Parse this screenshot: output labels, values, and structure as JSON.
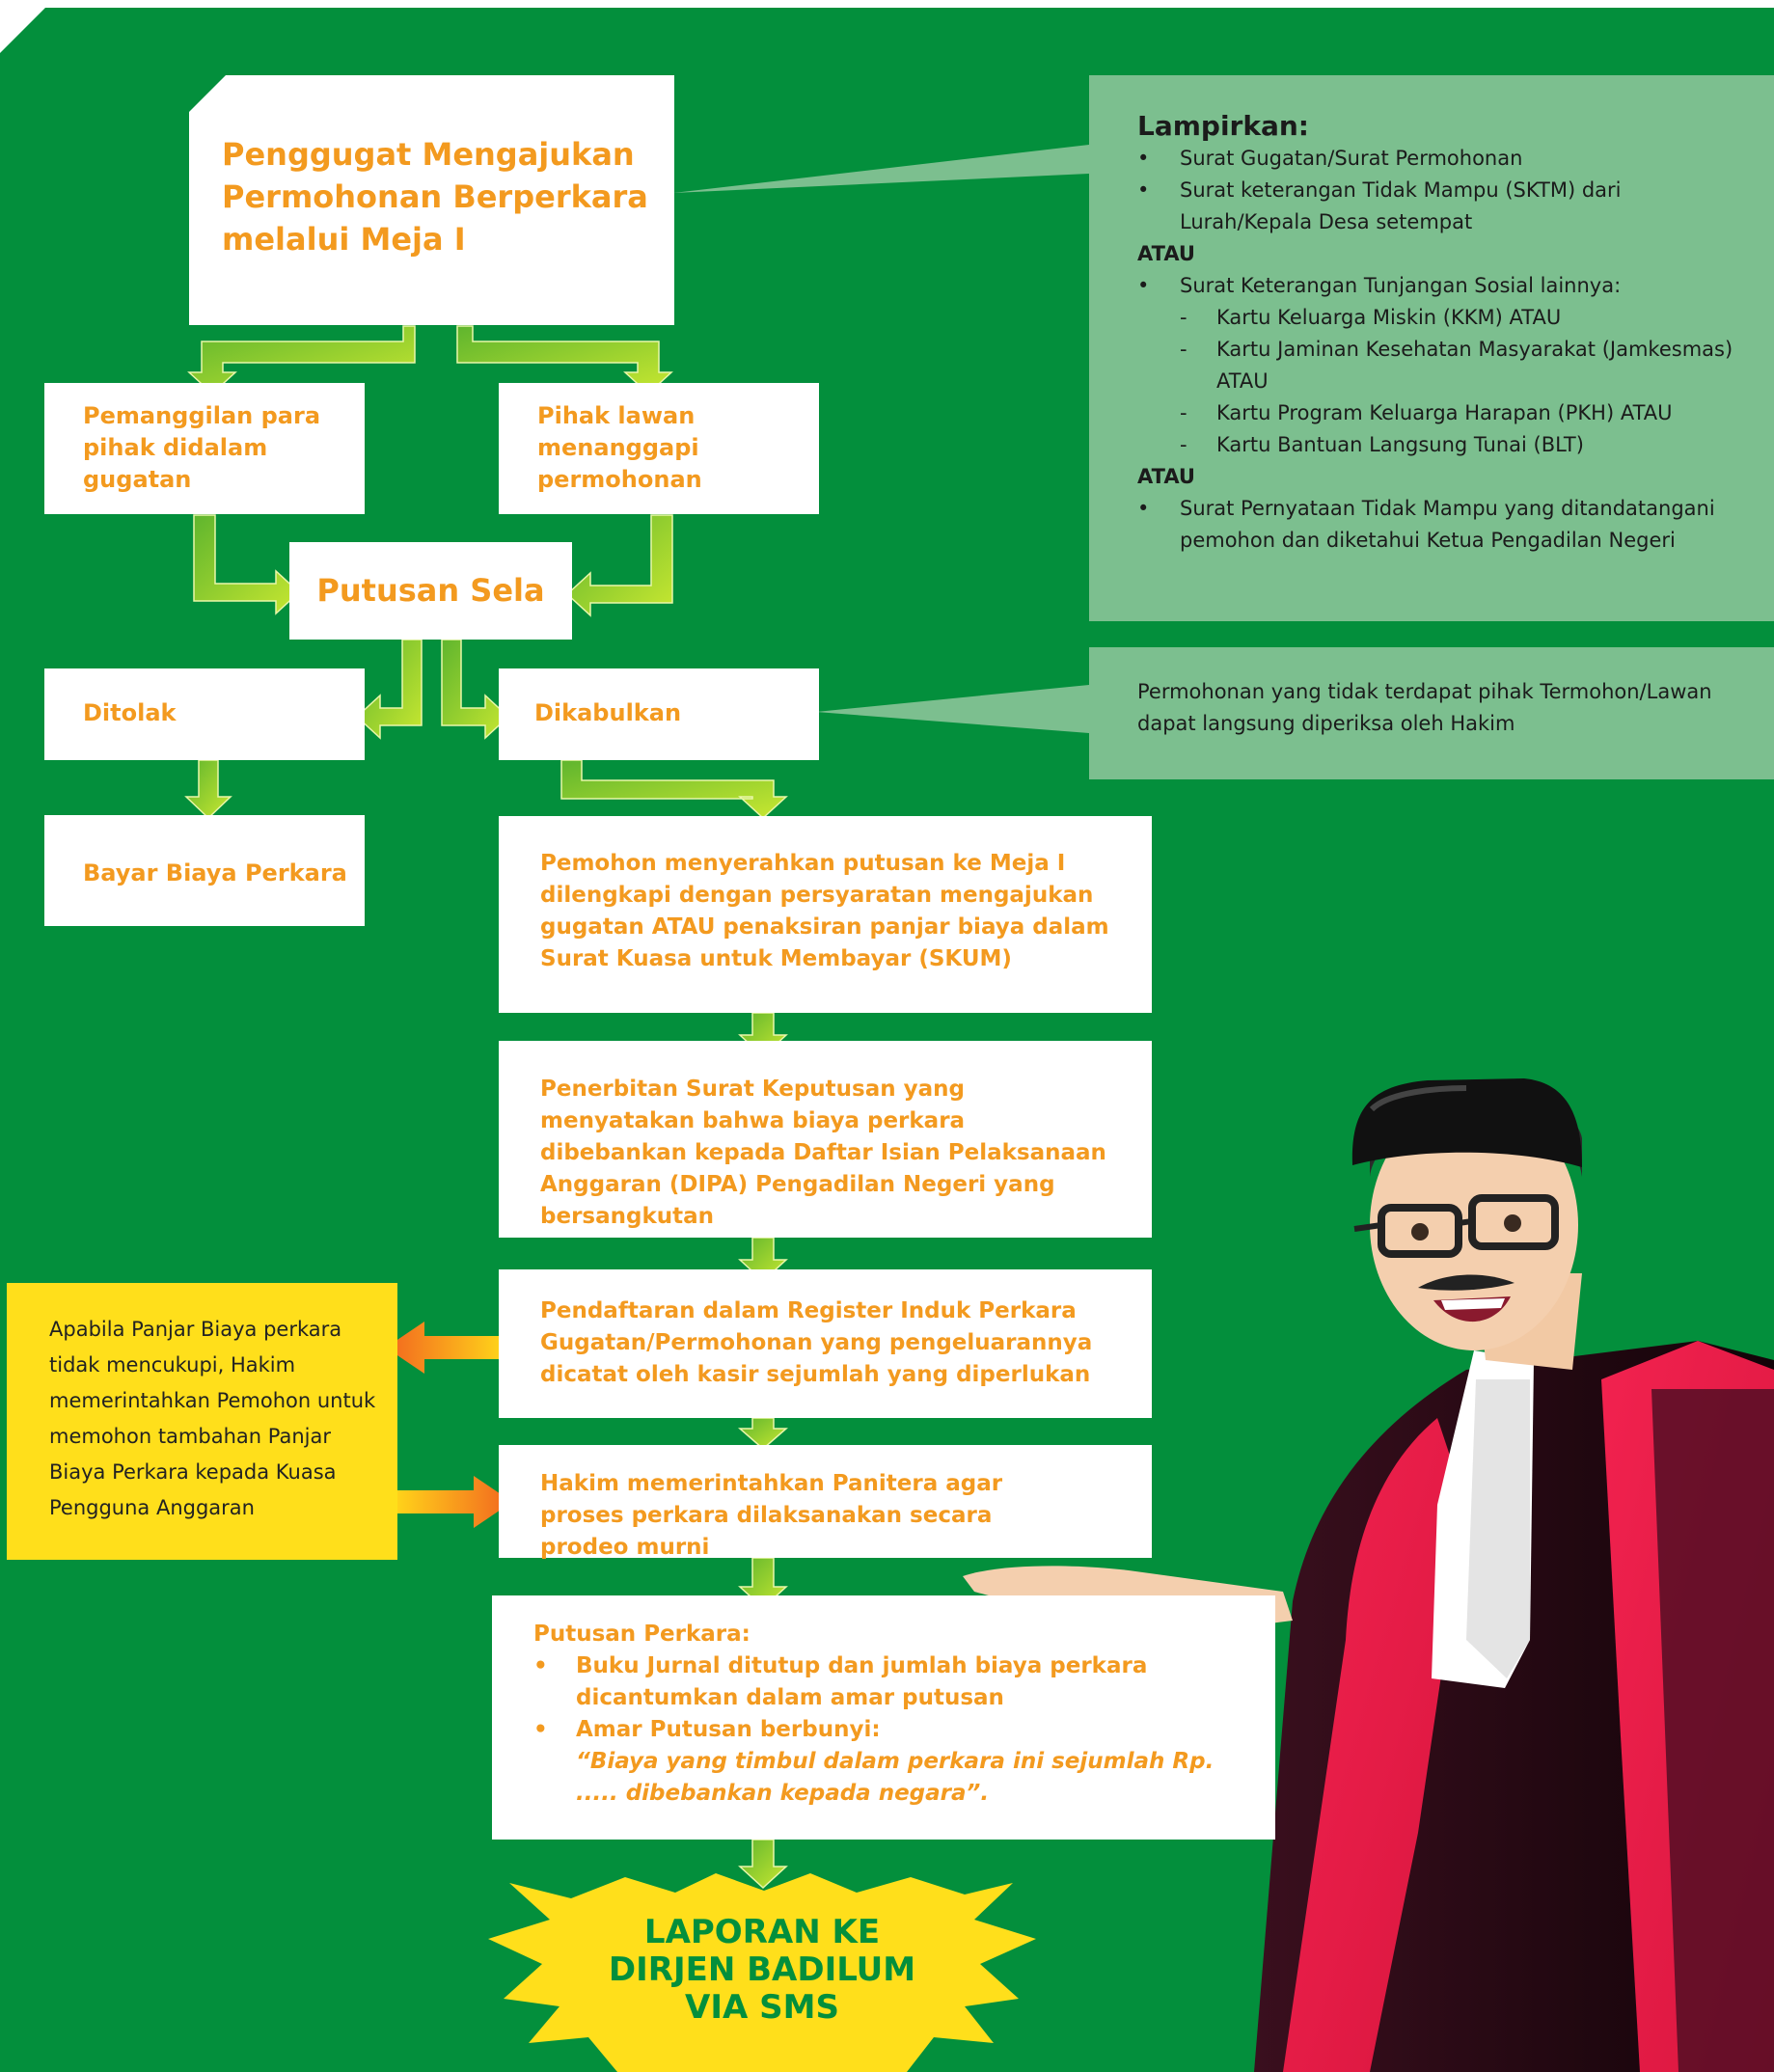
{
  "colors": {
    "background": "#038f3c",
    "box": "#ffffff",
    "box_text": "#f39a1f",
    "note_bg": "#7cbf8f",
    "note_text": "#1b1b1b",
    "yellow": "#ffdf1b",
    "arrow_green": "#9ad42a",
    "arrow_orange": "#f47b20"
  },
  "start": {
    "text": "Penggugat Mengajukan Permohonan Berperkara melalui Meja I"
  },
  "pemanggilan": {
    "text": "Pemanggilan para pihak didalam gugatan"
  },
  "pihak_lawan": {
    "text": "Pihak lawan menanggapi permohonan"
  },
  "putusan_sela": {
    "text": "Putusan Sela"
  },
  "ditolak": {
    "text": "Ditolak"
  },
  "dikabulkan": {
    "text": "Dikabulkan"
  },
  "bayar": {
    "text": "Bayar Biaya Perkara"
  },
  "step1": {
    "text": "Pemohon menyerahkan putusan ke Meja I dilengkapi dengan persyaratan mengajukan gugatan ATAU penaksiran panjar biaya dalam Surat Kuasa untuk Membayar (SKUM)"
  },
  "step2": {
    "text": "Penerbitan Surat Keputusan yang menyatakan bahwa biaya perkara dibebankan kepada Daftar Isian Pelaksanaan Anggaran (DIPA) Pengadilan Negeri yang bersangkutan"
  },
  "step3": {
    "text": "Pendaftaran dalam Register Induk Perkara Gugatan/Permohonan yang pengeluarannya dicatat oleh kasir sejumlah yang diperlukan"
  },
  "step4": {
    "text": "Hakim memerintahkan Panitera agar proses perkara dilaksanakan secara prodeo murni"
  },
  "putusan_perkara": {
    "title": "Putusan Perkara:",
    "item1": "Buku Jurnal ditutup dan jumlah biaya perkara dicantumkan dalam amar putusan",
    "item2": "Amar Putusan berbunyi:",
    "quote": "“Biaya yang timbul dalam perkara ini sejumlah Rp. ..... dibebankan kepada negara”."
  },
  "laporan": {
    "line1": "LAPORAN KE",
    "line2": "DIRJEN BADILUM",
    "line3": "VIA SMS"
  },
  "lampiran": {
    "title": "Lampirkan:",
    "b1": "Surat Gugatan/Surat Permohonan",
    "b2": "Surat keterangan Tidak Mampu (SKTM) dari Lurah/Kepala Desa setempat",
    "atau1": "ATAU",
    "b3": "Surat Keterangan Tunjangan Sosial lainnya:",
    "d1": "Kartu Keluarga Miskin (KKM) ATAU",
    "d2": "Kartu Jaminan Kesehatan Masyarakat (Jamkesmas) ATAU",
    "d3": "Kartu Program Keluarga Harapan (PKH) ATAU",
    "d4": "Kartu Bantuan Langsung Tunai (BLT)",
    "atau2": "ATAU",
    "b4": "Surat Pernyataan Tidak Mampu yang ditandatangani pemohon dan diketahui Ketua Pengadilan Negeri"
  },
  "note2": {
    "text": "Permohonan yang tidak terdapat pihak Termohon/Lawan dapat langsung diperiksa oleh Hakim"
  },
  "yellow_note": {
    "text": "Apabila Panjar Biaya perkara tidak mencukupi, Hakim memerintahkan Pemohon untuk memohon tambahan Panjar Biaya Perkara kepada Kuasa Pengguna Anggaran"
  }
}
